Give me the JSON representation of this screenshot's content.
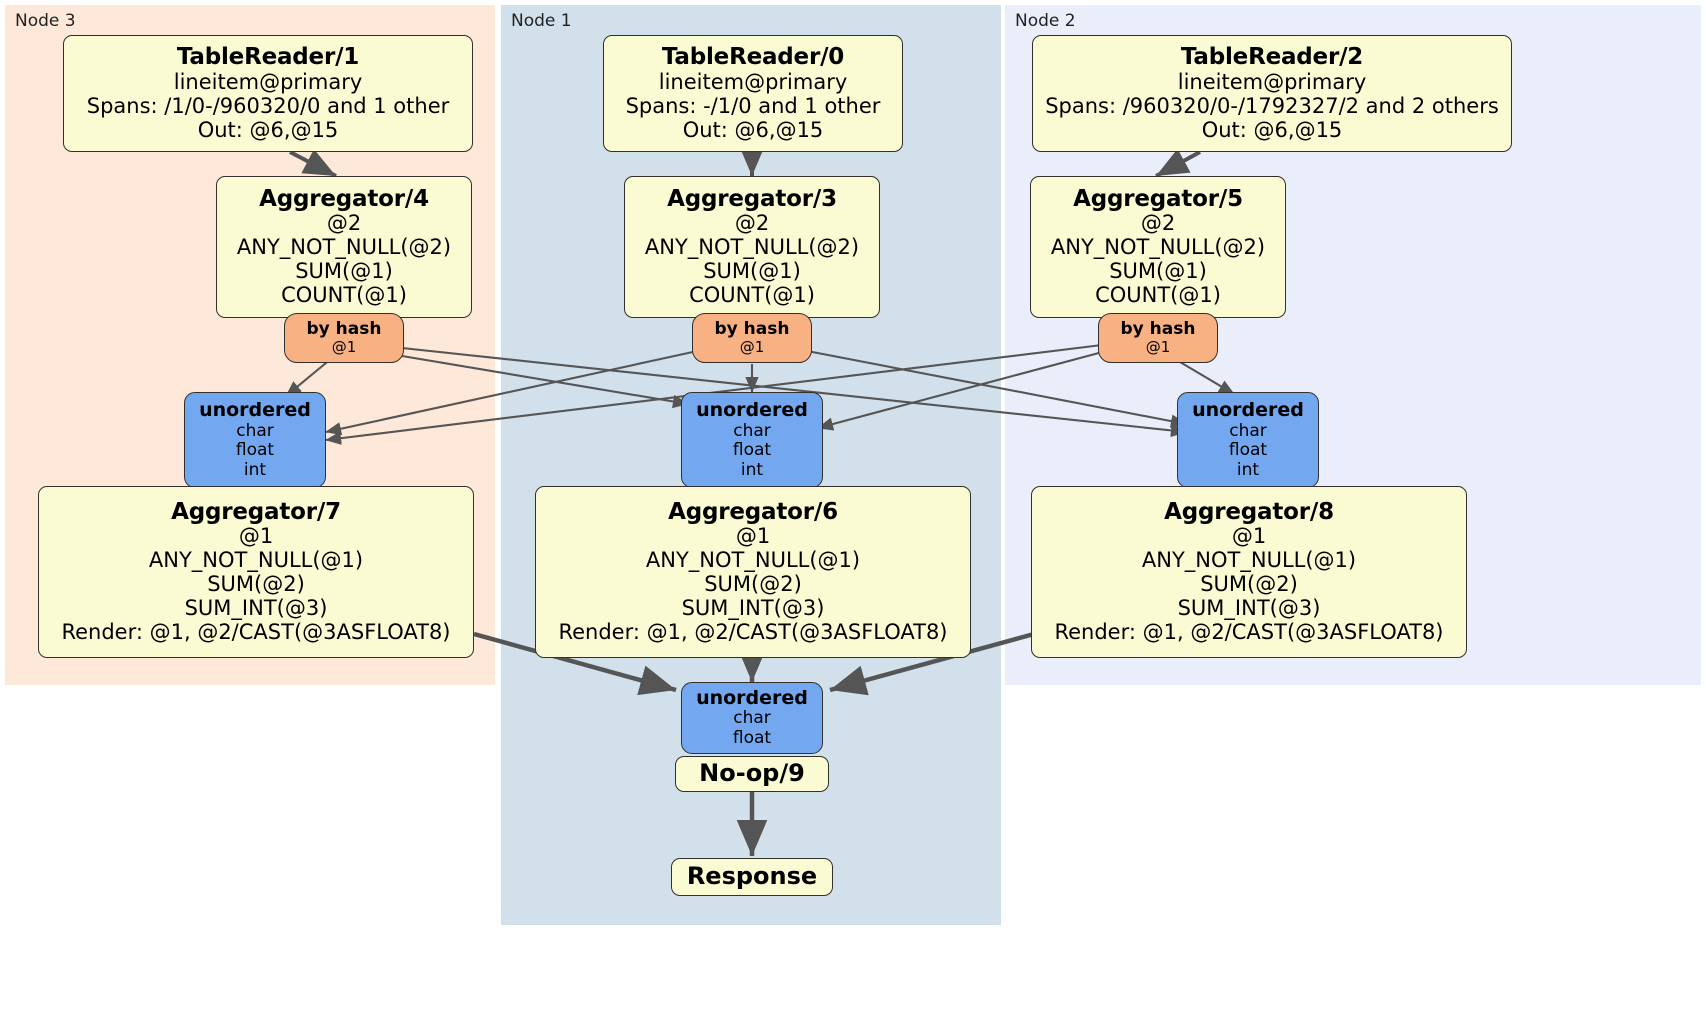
{
  "diagram": {
    "type": "distributed-query-plan-flow",
    "title": "",
    "colors": {
      "node3_panel": "#fde8da",
      "node1_panel": "#d2e0ec",
      "node2_panel": "#eaeefb",
      "processor_box": "#fbfbd3",
      "router_box": "#f8b183",
      "sync_box": "#73a7ef",
      "edge": "#555555",
      "border": "#33302b"
    }
  },
  "panels": [
    {
      "id": "node3",
      "label": "Node 3"
    },
    {
      "id": "node1",
      "label": "Node 1"
    },
    {
      "id": "node2",
      "label": "Node 2"
    }
  ],
  "processors": {
    "tablereader_1": {
      "title": "TableReader/1",
      "lines": [
        "lineitem@primary",
        "Spans: /1/0-/960320/0 and 1 other",
        "Out: @6,@15"
      ]
    },
    "tablereader_0": {
      "title": "TableReader/0",
      "lines": [
        "lineitem@primary",
        "Spans: -/1/0 and 1 other",
        "Out: @6,@15"
      ]
    },
    "tablereader_2": {
      "title": "TableReader/2",
      "lines": [
        "lineitem@primary",
        "Spans: /960320/0-/1792327/2 and 2 others",
        "Out: @6,@15"
      ]
    },
    "aggregator_4": {
      "title": "Aggregator/4",
      "lines": [
        "@2",
        "ANY_NOT_NULL(@2)",
        "SUM(@1)",
        "COUNT(@1)"
      ]
    },
    "aggregator_3": {
      "title": "Aggregator/3",
      "lines": [
        "@2",
        "ANY_NOT_NULL(@2)",
        "SUM(@1)",
        "COUNT(@1)"
      ]
    },
    "aggregator_5": {
      "title": "Aggregator/5",
      "lines": [
        "@2",
        "ANY_NOT_NULL(@2)",
        "SUM(@1)",
        "COUNT(@1)"
      ]
    },
    "aggregator_7": {
      "title": "Aggregator/7",
      "lines": [
        "@1",
        "ANY_NOT_NULL(@1)",
        "SUM(@2)",
        "SUM_INT(@3)",
        "Render: @1, @2/CAST(@3ASFLOAT8)"
      ]
    },
    "aggregator_6": {
      "title": "Aggregator/6",
      "lines": [
        "@1",
        "ANY_NOT_NULL(@1)",
        "SUM(@2)",
        "SUM_INT(@3)",
        "Render: @1, @2/CAST(@3ASFLOAT8)"
      ]
    },
    "aggregator_8": {
      "title": "Aggregator/8",
      "lines": [
        "@1",
        "ANY_NOT_NULL(@1)",
        "SUM(@2)",
        "SUM_INT(@3)",
        "Render: @1, @2/CAST(@3ASFLOAT8)"
      ]
    },
    "noop_9": {
      "title": "No-op/9",
      "lines": []
    },
    "response": {
      "title": "Response",
      "lines": []
    }
  },
  "routers": {
    "byhash_left": {
      "title": "by hash",
      "lines": [
        "@1"
      ]
    },
    "byhash_center": {
      "title": "by hash",
      "lines": [
        "@1"
      ]
    },
    "byhash_right": {
      "title": "by hash",
      "lines": [
        "@1"
      ]
    }
  },
  "synchronizers": {
    "unordered_left": {
      "title": "unordered",
      "lines": [
        "char",
        "float",
        "int"
      ]
    },
    "unordered_center": {
      "title": "unordered",
      "lines": [
        "char",
        "float",
        "int"
      ]
    },
    "unordered_right": {
      "title": "unordered",
      "lines": [
        "char",
        "float",
        "int"
      ]
    },
    "unordered_final": {
      "title": "unordered",
      "lines": [
        "char",
        "float"
      ]
    }
  }
}
